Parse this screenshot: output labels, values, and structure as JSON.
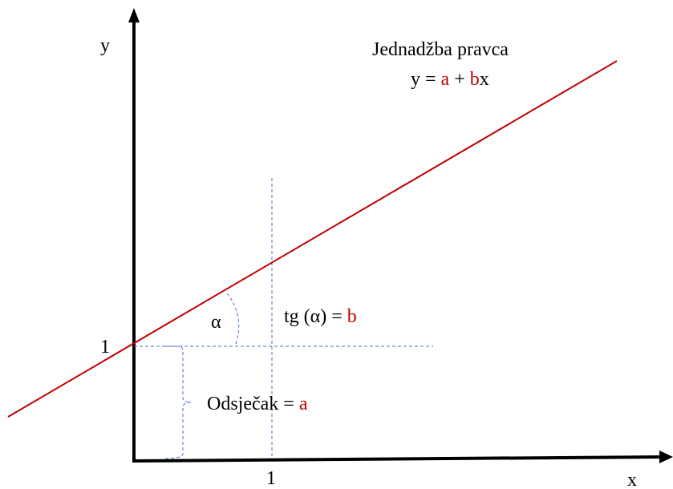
{
  "axes": {
    "y_label": "y",
    "x_label": "x",
    "y_tick": "1",
    "x_tick": "1"
  },
  "equation": {
    "title": "Jednadžba pravca",
    "lhs": "y = ",
    "a": "a",
    "plus": " + ",
    "b": "b",
    "x": "x"
  },
  "angle_label": "α",
  "slope": {
    "prefix": "tg (α) = ",
    "value": "b"
  },
  "intercept": {
    "prefix": "Odsječak = ",
    "value": "a"
  },
  "colors": {
    "line": "#c00000",
    "guides": "#4472c4",
    "axis": "#000000"
  }
}
